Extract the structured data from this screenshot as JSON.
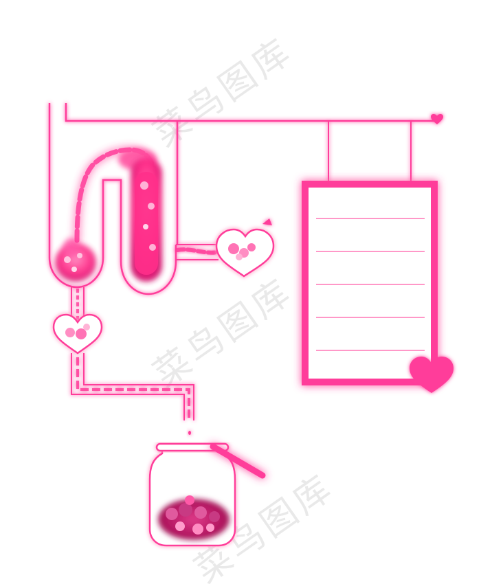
{
  "watermark": {
    "text": "菜鸟图库"
  },
  "colors": {
    "neon_pink": "#ff3d9a",
    "liquid_pink": "#ff2f8a",
    "liquid_light": "#ff8cc2",
    "deep_magenta": "#b0145e",
    "glow_pink": "#ff6fb4",
    "background": "#ffffff",
    "watermark_gray": "#e9e9e9"
  },
  "illustration": {
    "theme": "love-chemistry-lab",
    "notepad": {
      "line_count": 5
    },
    "hearts": [
      "small-heart-icon",
      "flask-heart-icon",
      "pipe-heart-icon",
      "notepad-corner-heart-icon"
    ]
  }
}
